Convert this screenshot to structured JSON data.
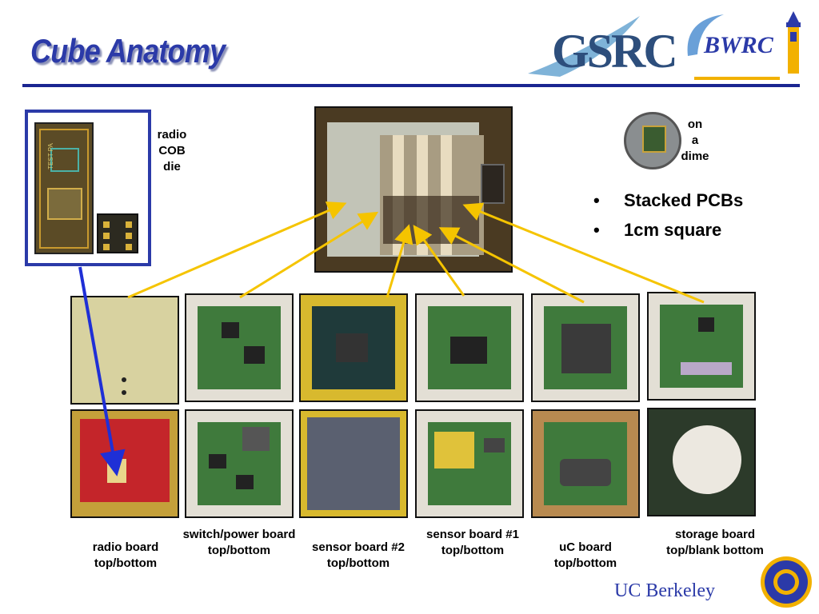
{
  "slide": {
    "title": "Cube Anatomy",
    "footer": "UC Berkeley"
  },
  "logos": {
    "gsrc": "GSRC",
    "bwrc": "BWRC",
    "seal": "uc-berkeley-seal-icon"
  },
  "die_callout": {
    "label_lines": [
      "radio",
      "COB",
      "die"
    ],
    "chip_text": "TEST PA"
  },
  "dime_callout": {
    "label_lines": [
      "on",
      "a",
      "dime"
    ]
  },
  "bullets": [
    "Stacked PCBs",
    "1cm square"
  ],
  "boards": [
    {
      "label_lines": [
        "radio board",
        "top/bottom"
      ]
    },
    {
      "label_lines": [
        "switch/power board",
        "top/bottom"
      ]
    },
    {
      "label_lines": [
        "sensor board #2",
        "top/bottom"
      ]
    },
    {
      "label_lines": [
        "sensor board #1",
        "top/bottom"
      ]
    },
    {
      "label_lines": [
        "uC board",
        "top/bottom"
      ]
    },
    {
      "label_lines": [
        "storage board",
        "top/blank bottom"
      ]
    }
  ],
  "colors": {
    "title": "#2b3aa8",
    "rule": "#1a2591",
    "arrow": "#f5c400",
    "link_arrow": "#1f2fd6",
    "pcb_green": "#3f7a3c",
    "pad_gold": "#c8a23a"
  }
}
